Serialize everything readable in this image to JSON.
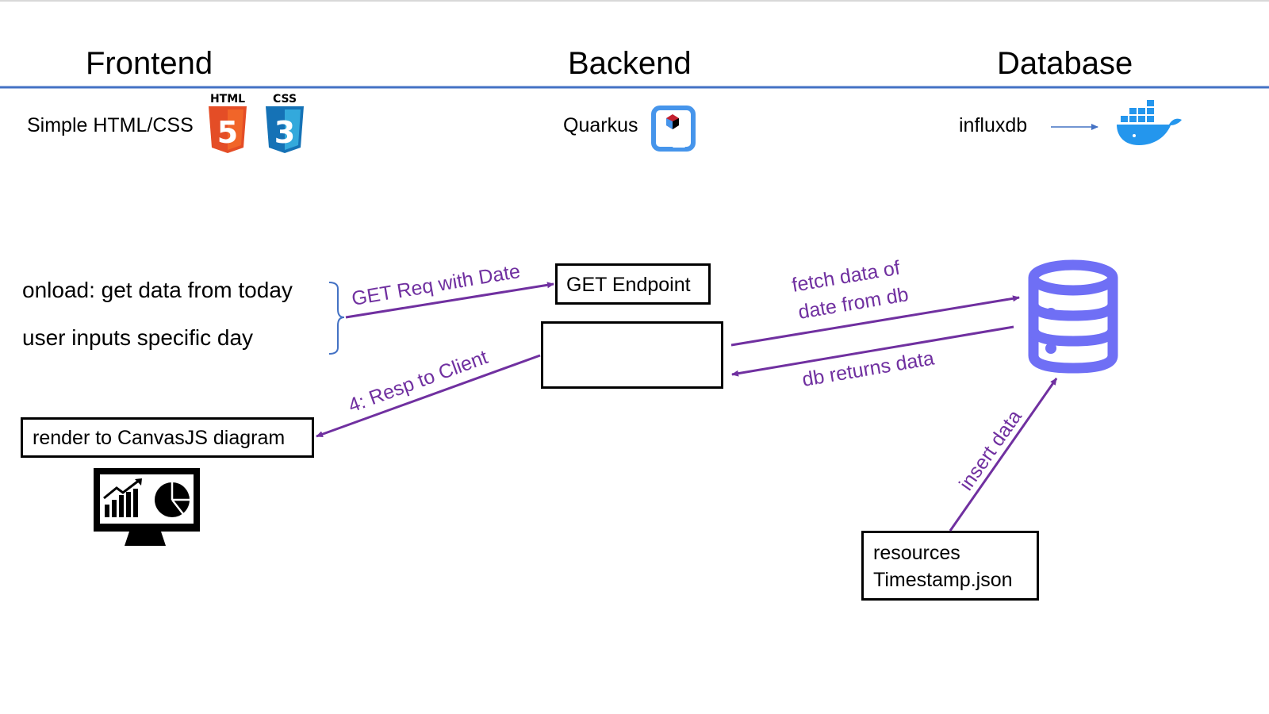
{
  "columns": {
    "frontend": {
      "title": "Frontend",
      "tech": "Simple HTML/CSS"
    },
    "backend": {
      "title": "Backend",
      "tech": "Quarkus"
    },
    "database": {
      "title": "Database",
      "tech": "influxdb"
    }
  },
  "logos": {
    "html5": {
      "label": "HTML",
      "glyph": "5",
      "icon": "html5-icon",
      "color": "#e44d26"
    },
    "css3": {
      "label": "CSS",
      "glyph": "3",
      "icon": "css3-icon",
      "color": "#1572b6"
    },
    "quarkus": {
      "icon": "quarkus-icon",
      "color": "#4695eb"
    },
    "docker": {
      "icon": "docker-whale-icon",
      "color": "#2496ed"
    }
  },
  "frontend": {
    "triggers": [
      "onload: get data from today",
      "user inputs specific day"
    ],
    "render_box": "render to CanvasJS diagram",
    "monitor_icon": "monitor-chart-icon"
  },
  "backend": {
    "endpoint_box": "GET Endpoint",
    "empty_box": ""
  },
  "database": {
    "db_icon": "database-icon",
    "resource_box": [
      "resources",
      "Timestamp.json"
    ]
  },
  "edges": {
    "get_request": "GET Req with Date",
    "response": "4: Resp to Client",
    "fetch": [
      "fetch data of",
      "date from db"
    ],
    "db_returns": "db returns data",
    "insert": "insert data"
  },
  "colors": {
    "accent": "#7030a0",
    "header_rule": "#4472c4",
    "db_icon": "#6f6ff5"
  }
}
